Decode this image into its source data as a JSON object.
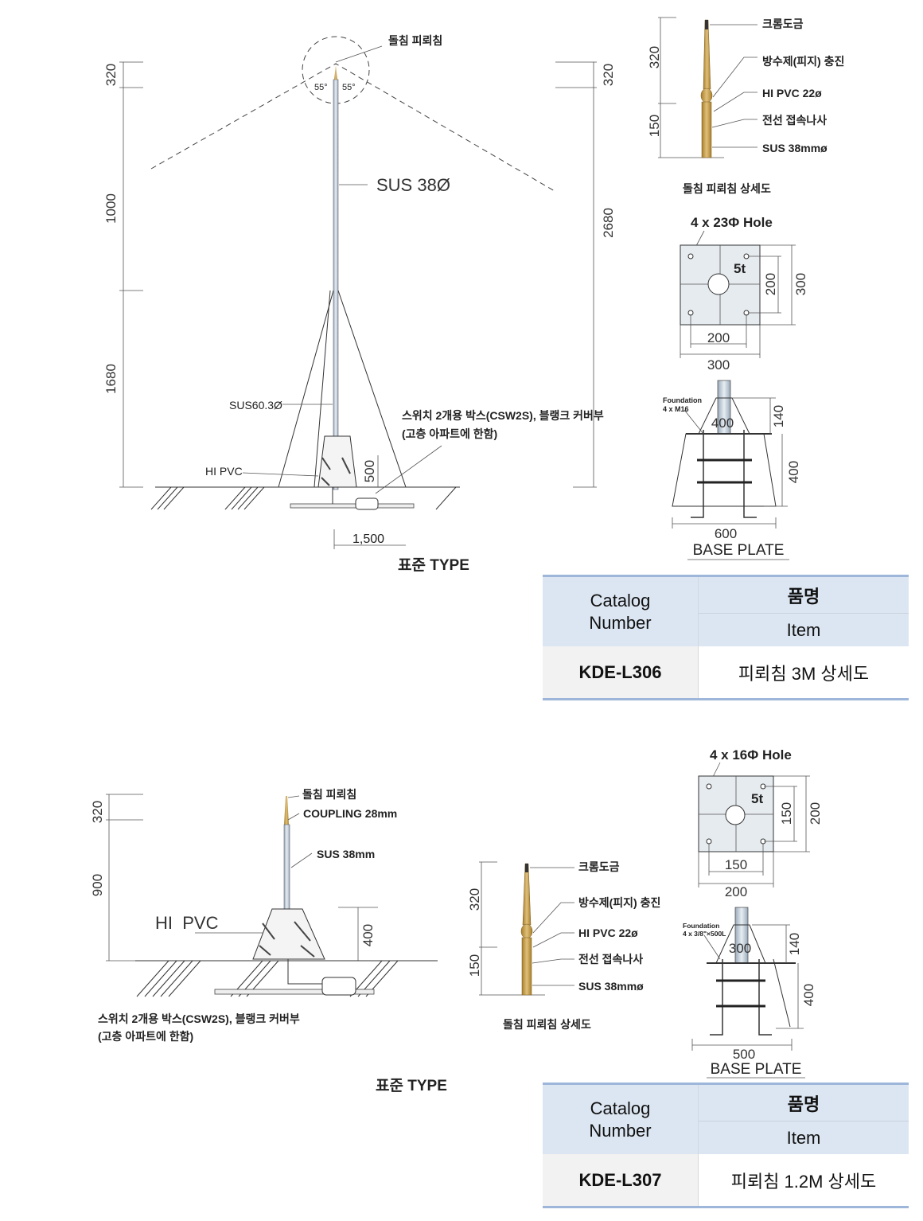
{
  "section1": {
    "left_dims": [
      "320",
      "1000",
      "1680"
    ],
    "right_dims": [
      "320",
      "2680"
    ],
    "angles": [
      "55°",
      "55°"
    ],
    "labels": {
      "rod": "돌침 피뢰침",
      "pole": "SUS 38Ø",
      "stay": "SUS60.3Ø",
      "hipvc": "HI PVC",
      "box": "스위치 2개용 박스(CSW2S), 블랭크 커버부",
      "box_note": "(고층 아파트에 한함)",
      "base_h": "500",
      "spread": "1,500",
      "type": "표준 TYPE"
    },
    "rod_detail": {
      "dims": [
        "320",
        "150"
      ],
      "items": [
        "크롬도금",
        "방수제(피지) 충진",
        "HI PVC 22ø",
        "전선 접속나사",
        "SUS 38mmø"
      ],
      "title": "돌침 피뢰침 상세도"
    },
    "plate": {
      "hole": "4 x 23Φ Hole",
      "thickness": "5t",
      "inner_v": "200",
      "outer_v": "300",
      "inner_h": "200",
      "outer_h": "300"
    },
    "base": {
      "foundation": "Foundation",
      "bolts": "4 x M16",
      "width_top": "400",
      "h1": "140",
      "h2": "400",
      "width": "600",
      "title": "BASE PLATE"
    },
    "table": {
      "catalog_header": "Catalog Number",
      "name_header_ko": "품명",
      "name_header_en": "Item",
      "catalog_number": "KDE-L306",
      "item": "피뢰침 3M 상세도"
    }
  },
  "section2": {
    "left_dims": [
      "320",
      "900"
    ],
    "labels": {
      "rod": "돌침 피뢰침",
      "coupling": "COUPLING 28mm",
      "pole": "SUS 38mm",
      "hipvc": "HI  PVC",
      "base_h": "400",
      "box": "스위치 2개용 박스(CSW2S), 블랭크 커버부",
      "box_note": "(고층 아파트에 한함)",
      "type": "표준 TYPE"
    },
    "rod_detail": {
      "dims": [
        "320",
        "150"
      ],
      "items": [
        "크롬도금",
        "방수제(피지) 충진",
        "HI PVC 22ø",
        "전선 접속나사",
        "SUS 38mmø"
      ],
      "title": "돌침 피뢰침 상세도"
    },
    "plate": {
      "hole": "4 x 16Φ Hole",
      "thickness": "5t",
      "inner_v": "150",
      "outer_v": "200",
      "inner_h": "150",
      "outer_h": "200"
    },
    "base": {
      "foundation": "Foundation",
      "bolts": "4 x 3/8\"×500L",
      "width_top": "300",
      "h1": "140",
      "h2": "400",
      "width": "500",
      "title": "BASE PLATE"
    },
    "table": {
      "catalog_header": "Catalog Number",
      "name_header_ko": "품명",
      "name_header_en": "Item",
      "catalog_number": "KDE-L307",
      "item": "피뢰침 1.2M 상세도"
    }
  },
  "colors": {
    "rod": "#c9a046",
    "table_header": "#dce6f2",
    "table_border": "#9db6da"
  }
}
